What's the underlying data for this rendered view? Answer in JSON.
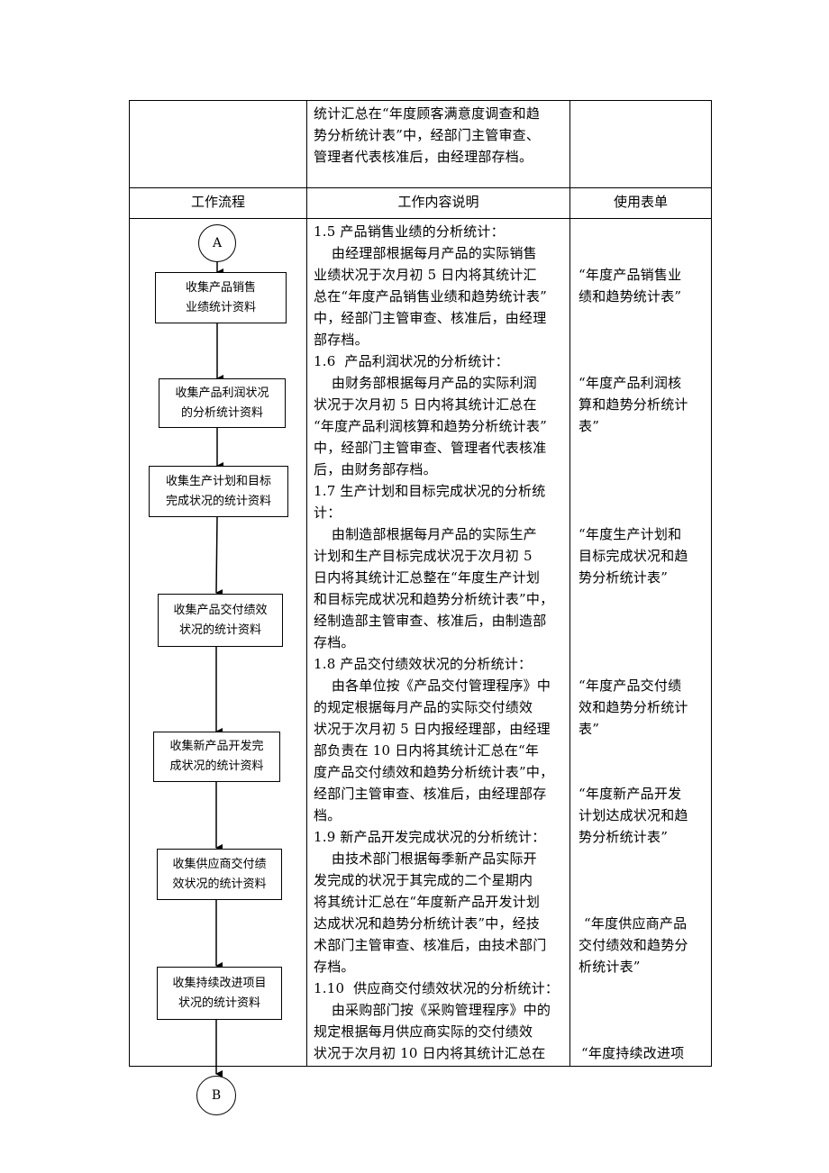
{
  "top_row_lines": [
    "统计汇总在“年度顾客满意度调查和趋",
    "势分析统计表”中，经部门主管审查、",
    "管理者代表核准后，由经理部存档。"
  ],
  "headers": {
    "flow": "工作流程",
    "content": "工作内容说明",
    "forms": "使用表单"
  },
  "connectors": {
    "start": "A",
    "end": "B"
  },
  "process_boxes": [
    [
      "收集产品销售",
      "业绩统计资料"
    ],
    [
      "收集产品利润状况",
      "的分析统计资料"
    ],
    [
      "收集生产计划和目标",
      "完成状况的统计资料"
    ],
    [
      "收集产品交付绩效",
      "状况的统计资料"
    ],
    [
      "收集新产品开发完",
      "成状况的统计资料"
    ],
    [
      "收集供应商交付绩",
      "效状况的统计资料"
    ],
    [
      "收集持续改进项目",
      "状况的统计资料"
    ]
  ],
  "content_lines": [
    "1.5 产品销售业绩的分析统计：",
    "    由经理部根据每月产品的实际销售",
    "业绩状况于次月初 5 日内将其统计汇",
    "总在“年度产品销售业绩和趋势统计表”",
    "中，经部门主管审查、核准后，由经理",
    "部存档。",
    "1.6  产品利润状况的分析统计：",
    "    由财务部根据每月产品的实际利润",
    "状况于次月初 5 日内将其统计汇总在",
    "“年度产品利润核算和趋势分析统计表”",
    "中，经部门主管审查、管理者代表核准",
    "后，由财务部存档。",
    "1.7 生产计划和目标完成状况的分析统",
    "计：",
    "    由制造部根据每月产品的实际生产",
    "计划和生产目标完成状况于次月初 5",
    "日内将其统计汇总整在“年度生产计划",
    "和目标完成状况和趋势分析统计表”中，",
    "经制造部主管审查、核准后，由制造部",
    "存档。",
    "1.8 产品交付绩效状况的分析统计：",
    "    由各单位按《产品交付管理程序》中",
    "的规定根据每月产品的实际交付绩效",
    "状况于次月初 5 日内报经理部，由经理",
    "部负责在 10 日内将其统计汇总在“年",
    "度产品交付绩效和趋势分析统计表”中，",
    "经部门主管审查、核准后，由经理部存",
    "档。",
    "1.9 新产品开发完成状况的分析统计：",
    "    由技术部门根据每季新产品实际开",
    "发完成的状况于其完成的二个星期内",
    "将其统计汇总在“年度新产品开发计划",
    "达成状况和趋势分析统计表”中，经技",
    "术部门主管审查、核准后，由技术部门",
    "存档。",
    "1.10  供应商交付绩效状况的分析统计：",
    "    由采购部门按《采购管理程序》中的",
    "规定根据每月供应商实际的交付绩效",
    "状况于次月初 10 日内将其统计汇总在"
  ],
  "form_groups": [
    [
      "“年度产品销售业",
      "绩和趋势统计表”"
    ],
    [
      "“年度产品利润核",
      "算和趋势分析统计",
      "表”"
    ],
    [
      "“年度生产计划和",
      "目标完成状况和趋",
      "势分析统计表”"
    ],
    [
      "“年度产品交付绩",
      "效和趋势分析统计",
      "表”"
    ],
    [
      "“年度新产品开发",
      "计划达成状况和趋",
      "势分析统计表”"
    ],
    [
      "“年度供应商产品",
      "交付绩效和趋势分",
      "析统计表”"
    ],
    [
      "“年度持续改进项"
    ]
  ]
}
